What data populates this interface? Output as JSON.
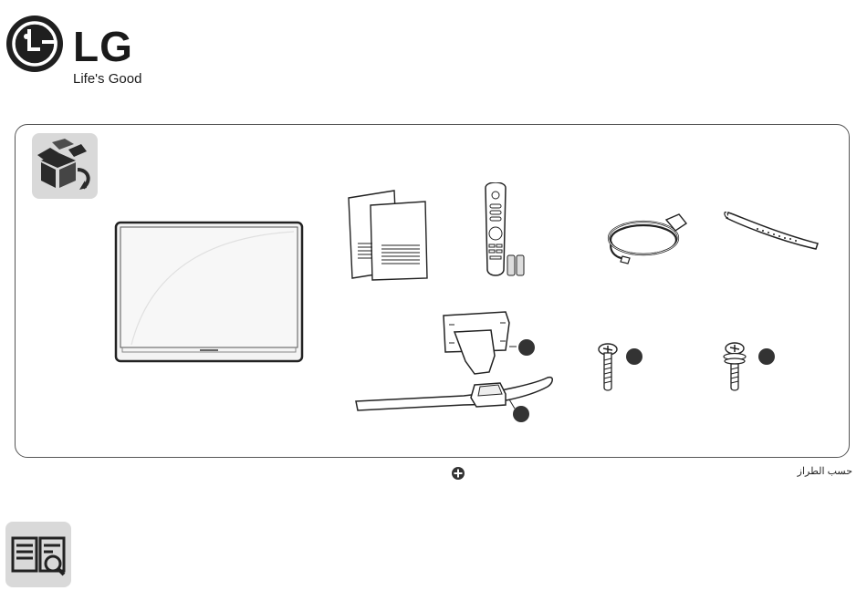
{
  "brand": {
    "wordmark": "LG",
    "tagline": "Life's Good",
    "color": "#b0004b"
  },
  "icons": {
    "package": "package-contents-icon",
    "manual": "manual-book-search-icon",
    "footnote": "plus-circle-icon",
    "callout": "callout-dot-icon"
  },
  "items": [
    {
      "name": "tv-set"
    },
    {
      "name": "owners-manual"
    },
    {
      "name": "magic-remote-and-batteries"
    },
    {
      "name": "power-cord"
    },
    {
      "name": "cable-holder"
    },
    {
      "name": "stand-body-and-base"
    },
    {
      "name": "stand-screw"
    },
    {
      "name": "stand-screw-with-washer"
    }
  ],
  "footnote": {
    "text": "حسب الطراز"
  },
  "colors": {
    "icon_bg": "#d9d9d9",
    "line": "#333333",
    "callout": "#333333"
  }
}
